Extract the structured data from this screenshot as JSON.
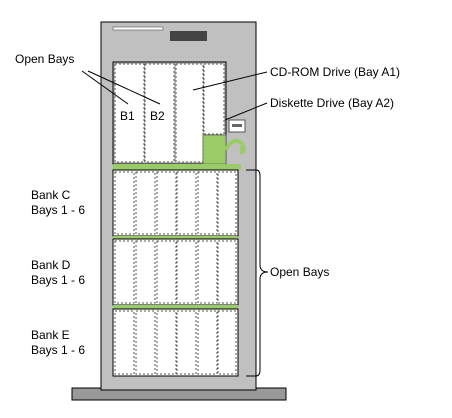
{
  "labels": {
    "open_bays_top": "Open Bays",
    "b1": "B1",
    "b2": "B2",
    "cdrom": "CD-ROM Drive (Bay A1)",
    "diskette": "Diskette Drive (Bay A2)",
    "bank_c_1": "Bank C",
    "bank_c_2": "Bays 1 - 6",
    "bank_d_1": "Bank D",
    "bank_d_2": "Bays 1 - 6",
    "bank_e_1": "Bank E",
    "bank_e_2": "Bays 1 - 6",
    "open_bays_right": "Open Bays"
  },
  "colors": {
    "chassis": "#c0c0c0",
    "bay": "#ffffff",
    "green": "#99cc66",
    "slot": "#555555",
    "outline": "#000000"
  },
  "banks": [
    {
      "name": "Bank C",
      "bay_count": 6
    },
    {
      "name": "Bank D",
      "bay_count": 6
    },
    {
      "name": "Bank E",
      "bay_count": 6
    }
  ]
}
